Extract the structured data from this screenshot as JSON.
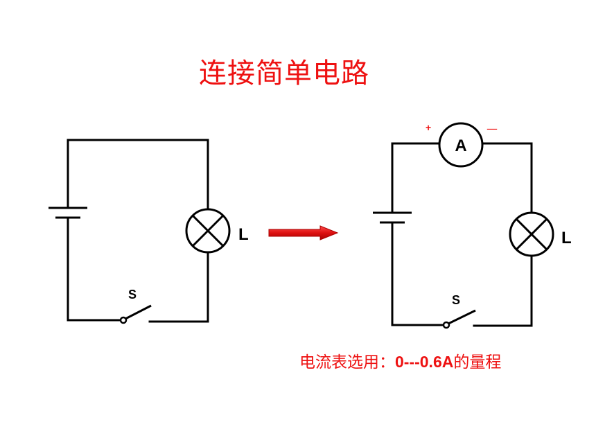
{
  "title": "连接简单电路",
  "left_circuit": {
    "lamp_label": "L",
    "switch_label": "S"
  },
  "right_circuit": {
    "lamp_label": "L",
    "switch_label": "S",
    "ammeter_label": "A",
    "plus_sign": "+",
    "minus_sign": "—"
  },
  "range_note": {
    "prefix": "电流表选用：",
    "range": "0---0.6A",
    "suffix": "的量程"
  },
  "colors": {
    "title": "#ee1111",
    "arrow": "#dd1111",
    "note": "#ee1111",
    "wire": "#000000"
  }
}
